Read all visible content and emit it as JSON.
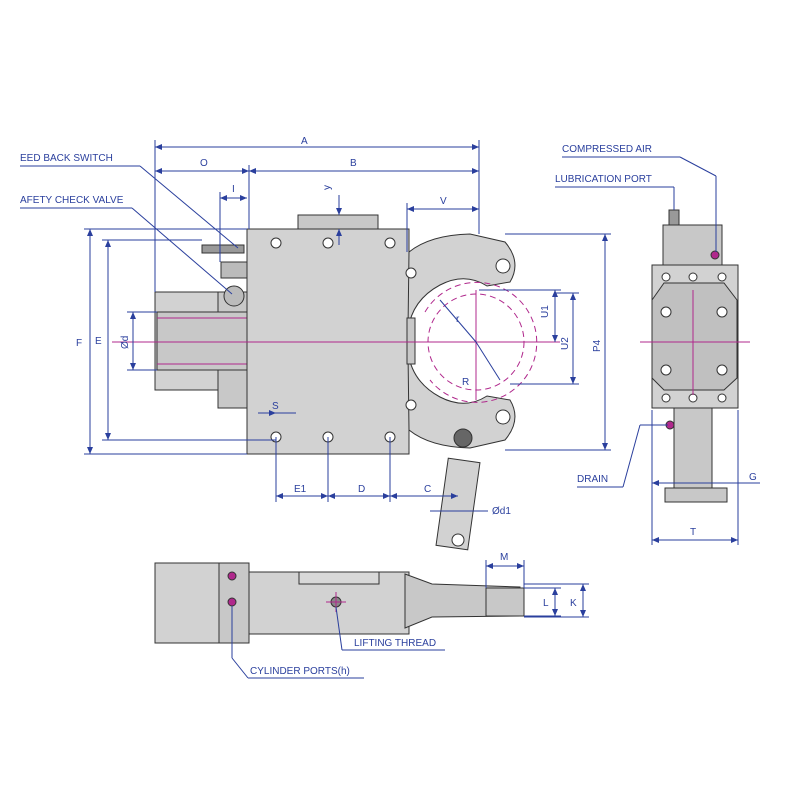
{
  "callouts": {
    "feed_back_switch": "EED BACK SWITCH",
    "safety_check_valve": "AFETY CHECK VALVE",
    "compressed_air": "COMPRESSED AIR",
    "lubrication_port": "LUBRICATION PORT",
    "drain": "DRAIN",
    "lifting_thread": "LIFTING THREAD",
    "cylinder_ports": "CYLINDER PORTS(h)"
  },
  "dimensions": {
    "A": "A",
    "B": "B",
    "O": "O",
    "I": "I",
    "y": "y",
    "V": "V",
    "F": "F",
    "E": "E",
    "d": "Ød",
    "r": "r",
    "R": "R",
    "U1": "U1",
    "U2": "U2",
    "P4": "P4",
    "S": "S",
    "E1": "E1",
    "D": "D",
    "C": "C",
    "d1": "Ød1",
    "G": "G",
    "T": "T",
    "M": "M",
    "L": "L",
    "K": "K"
  },
  "colors": {
    "dimension": "#2a3f9d",
    "centerline": "#b0288c",
    "body": "#d2d2d2",
    "outline": "#333333"
  }
}
